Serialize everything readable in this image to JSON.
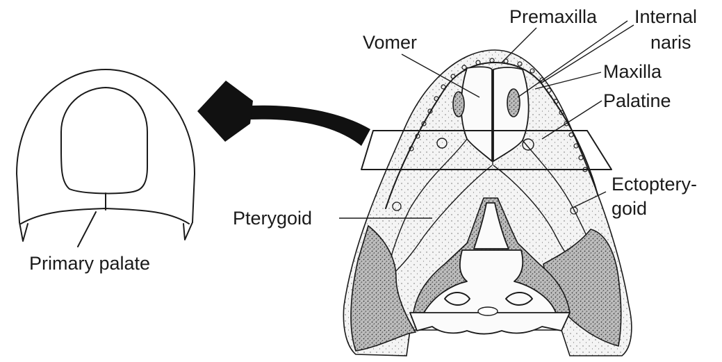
{
  "labels": {
    "premaxilla": "Premaxilla",
    "internal_naris_line1": "Internal",
    "internal_naris_line2": "naris",
    "vomer": "Vomer",
    "maxilla": "Maxilla",
    "palatine": "Palatine",
    "ectopterygoid_line1": "Ectoptery-",
    "ectopterygoid_line2": "goid",
    "pterygoid": "Pterygoid",
    "primary_palate": "Primary palate"
  }
}
